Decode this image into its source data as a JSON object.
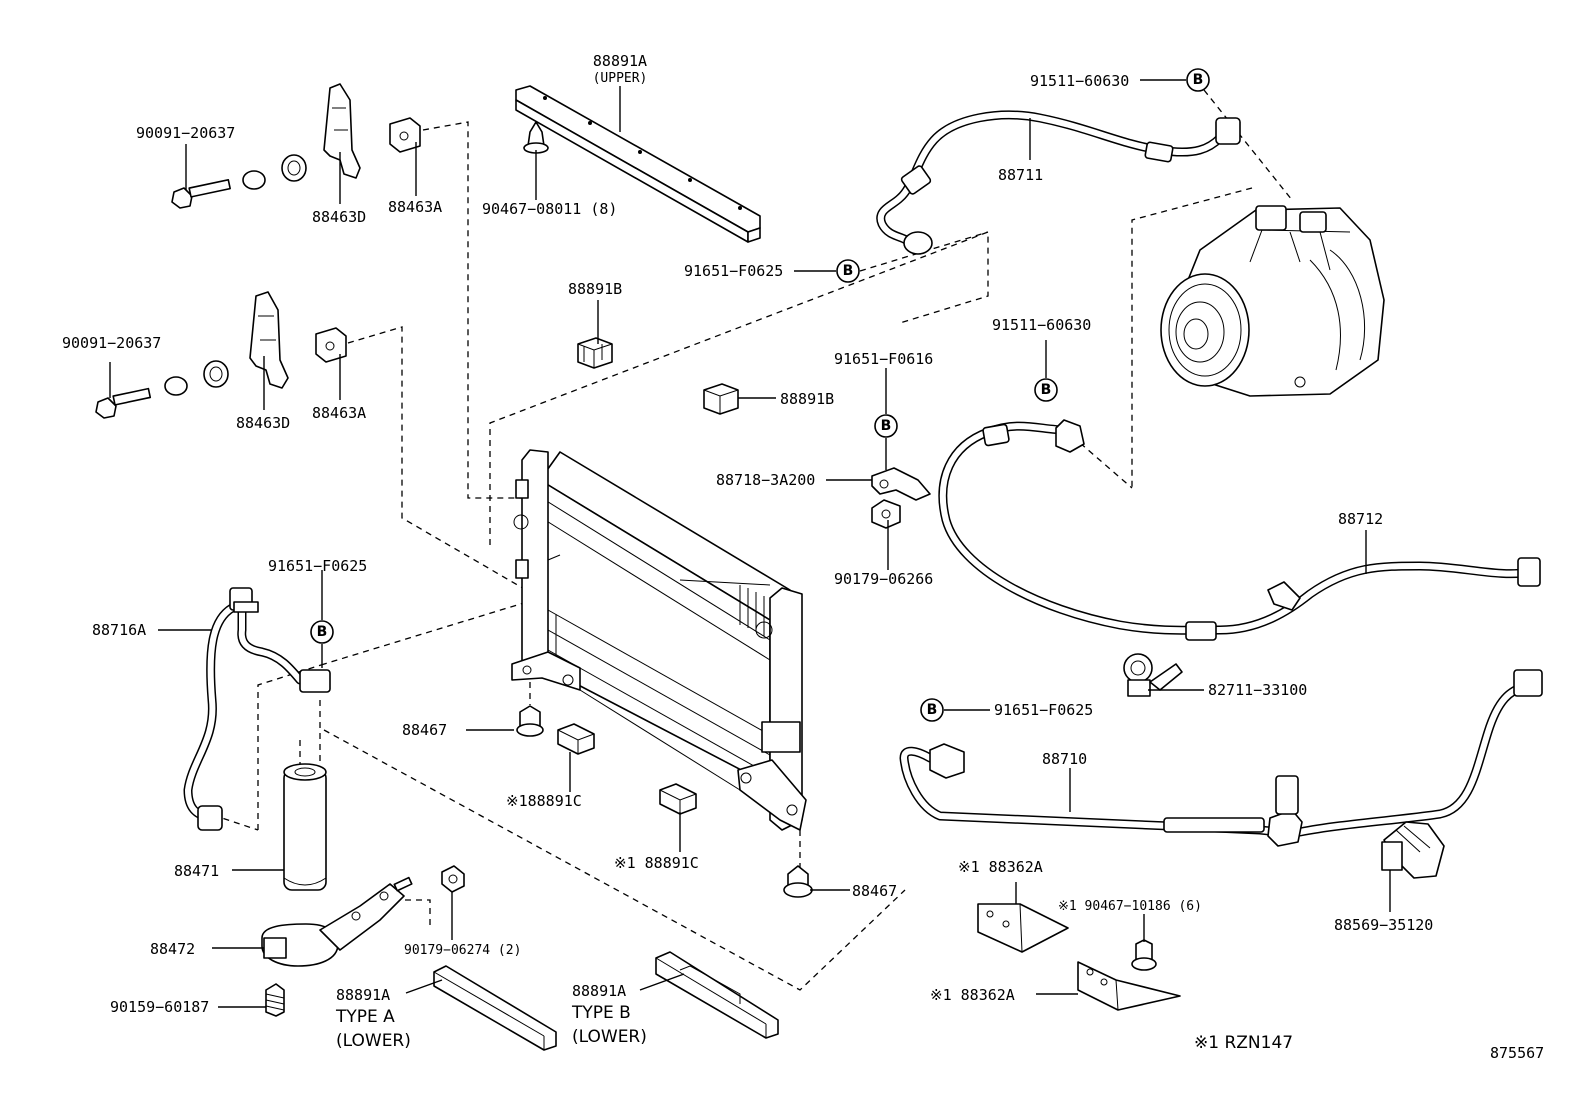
{
  "diagram_id": "875567",
  "reference_marker": "B",
  "footnote": "※1 RZN147",
  "labels": {
    "p88891A_upper": "88891A",
    "p88891A_upper_sub": "(UPPER)",
    "p90467_08011": "90467−08011 (8)",
    "p90091_20637_a": "90091−20637",
    "p90091_20637_b": "90091−20637",
    "p88463D_a": "88463D",
    "p88463D_b": "88463D",
    "p88463A_a": "88463A",
    "p88463A_b": "88463A",
    "p88891B_a": "88891B",
    "p88891B_b": "88891B",
    "p91511_60630_a": "91511−60630",
    "p91511_60630_b": "91511−60630",
    "p88711": "88711",
    "p91651_F0625_a": "91651−F0625",
    "p91651_F0625_b": "91651−F0625",
    "p91651_F0625_c": "91651−F0625",
    "p91651_F0616": "91651−F0616",
    "p88718_3A200": "88718−3A200",
    "p90179_06266": "90179−06266",
    "p88712": "88712",
    "p82711_33100": "82711−33100",
    "p88716A": "88716A",
    "p88467_a": "88467",
    "p88467_b": "88467",
    "p88891C_a": "※188891C",
    "p88891C_b": "※1 88891C",
    "p88710": "88710",
    "p88471": "88471",
    "p88472": "88472",
    "p90179_06274": "90179−06274 (2)",
    "p90159_60187": "90159−60187",
    "p88891A_a": "88891A",
    "p88891A_a_type": "TYPE A",
    "p88891A_a_pos": "(LOWER)",
    "p88891A_b": "88891A",
    "p88891A_b_type": "TYPE B",
    "p88891A_b_pos": "(LOWER)",
    "p88362A_a": "※1 88362A",
    "p88362A_b": "※1 88362A",
    "p90467_10186": "※1 90467−10186 (6)",
    "p88569_35120": "88569−35120"
  }
}
